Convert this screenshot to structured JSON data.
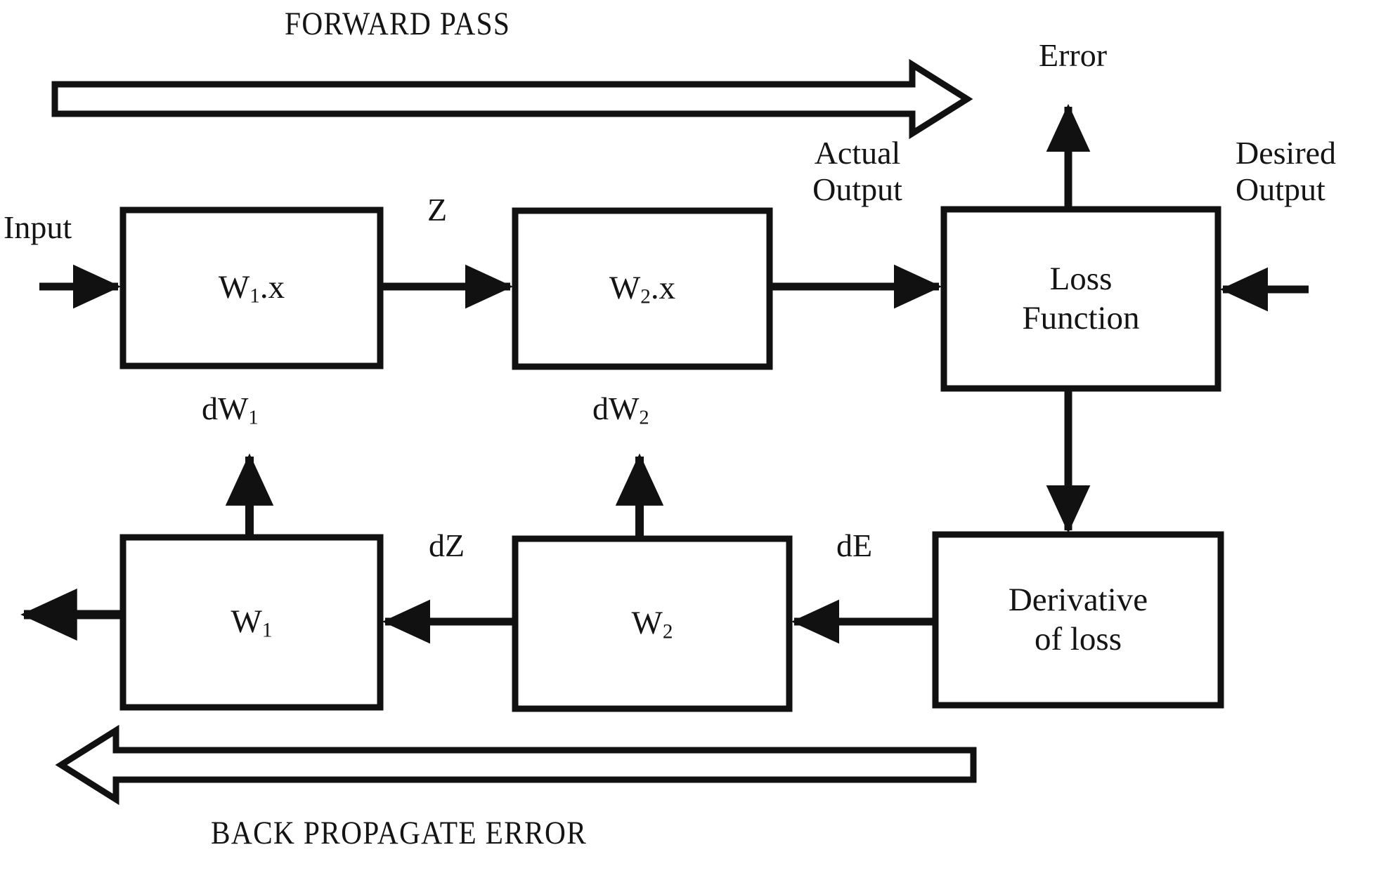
{
  "diagram": {
    "title_top": "FORWARD PASS",
    "title_bottom": "BACK PROPAGATE ERROR",
    "boxes": [
      {
        "id": "w1x",
        "line1": "W",
        "sub1": "1",
        "tail1": ".x",
        "line2": ""
      },
      {
        "id": "w2x",
        "line1": "W",
        "sub1": "2",
        "tail1": ".x",
        "line2": ""
      },
      {
        "id": "loss",
        "line1": "Loss",
        "sub1": "",
        "tail1": "",
        "line2": "Function"
      },
      {
        "id": "w1",
        "line1": "W",
        "sub1": "1",
        "tail1": "",
        "line2": ""
      },
      {
        "id": "w2",
        "line1": "W",
        "sub1": "2",
        "tail1": "",
        "line2": ""
      },
      {
        "id": "dloss",
        "line1": "Derivative",
        "sub1": "",
        "tail1": "",
        "line2": "of loss"
      }
    ],
    "labels": {
      "input": "Input",
      "z": "Z",
      "actual_output_line1": "Actual",
      "actual_output_line2": "Output",
      "error": "Error",
      "desired_output_line1": "Desired",
      "desired_output_line2": "Output",
      "dw1": "dW",
      "dw1_sub": "1",
      "dw2": "dW",
      "dw2_sub": "2",
      "dz": "dZ",
      "de": "dE"
    },
    "colors": {
      "ink": "#111111",
      "text": "#141414",
      "background": "#ffffff"
    }
  }
}
